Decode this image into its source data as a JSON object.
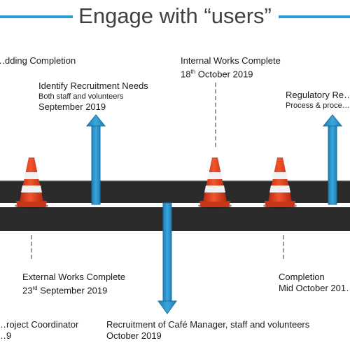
{
  "title": "Engage with “users”",
  "milestones": {
    "funding": {
      "text": "…dding Completion"
    },
    "identify": {
      "title": "Identify Recruitment Needs",
      "sub": "Both staff and volunteers",
      "date": "September 2019"
    },
    "internal": {
      "title": "Internal Works Complete",
      "date_day": "18",
      "date_sup": "th",
      "date_rest": " October 2019"
    },
    "regulatory": {
      "title": "Regulatory Re…",
      "sub": "Process & proce…"
    },
    "external": {
      "title": "External Works Complete",
      "date_day": "23",
      "date_sup": "rd",
      "date_rest": " September 2019"
    },
    "completion": {
      "title": "Completion",
      "date": "Mid October 201…"
    },
    "coordinator": {
      "title": "…roject Coordinator",
      "date": "…9"
    },
    "recruit_cafe": {
      "title": "Recruitment of Café Manager, staff and volunteers",
      "date": "October 2019"
    }
  },
  "colors": {
    "arrow": "#2a8fc8",
    "arrow_stroke": "#1c6f9e",
    "cone": "#e2401f",
    "title_rule": "#2a9fd6",
    "road": "#2b2b2b"
  },
  "icons": [
    "traffic-cone-icon",
    "arrow-up-icon",
    "arrow-down-icon"
  ]
}
